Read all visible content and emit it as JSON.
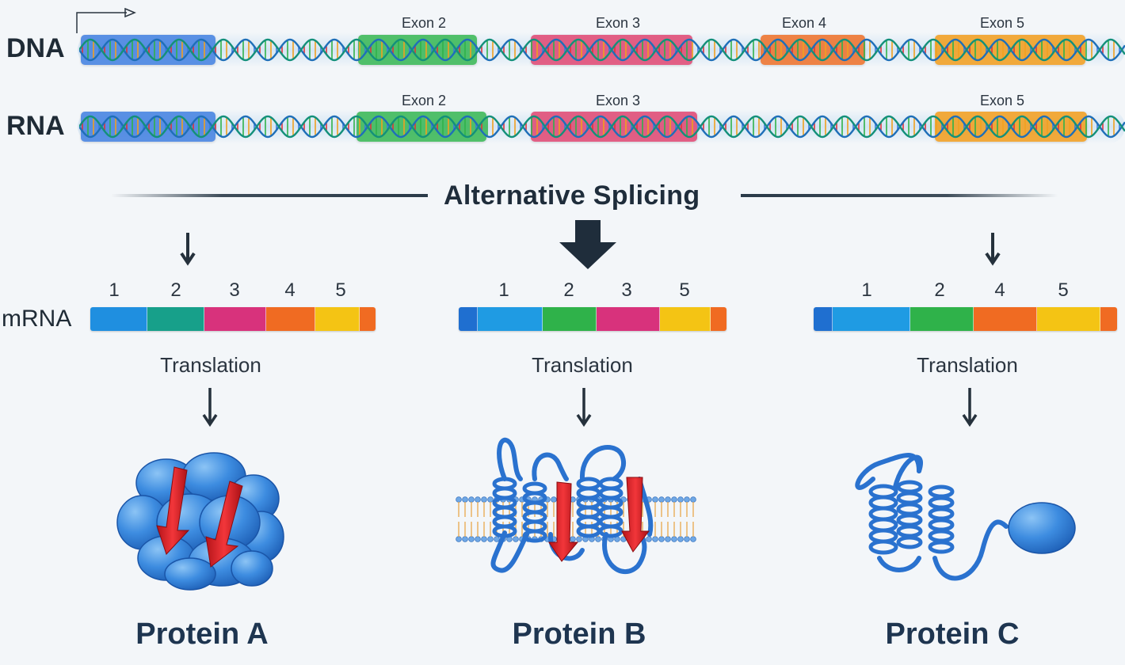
{
  "rows": {
    "dna_label": "DNA",
    "rna_label": "RNA",
    "mrna_label": "mRNA"
  },
  "dna_exon_labels": [
    "Exon 2",
    "Exon 3",
    "Exon 4",
    "Exon 5"
  ],
  "rna_exon_labels": [
    "Exon 2",
    "Exon 3",
    "Exon 5"
  ],
  "title": "Alternative Splicing",
  "isoforms": [
    {
      "numbers": [
        "1",
        "2",
        "3",
        "4",
        "5"
      ],
      "translation": "Translation",
      "protein": "Protein A"
    },
    {
      "numbers": [
        "1",
        "2",
        "3",
        "5"
      ],
      "translation": "Translation",
      "protein": "Protein B"
    },
    {
      "numbers": [
        "1",
        "2",
        "4",
        "5"
      ],
      "translation": "Translation",
      "protein": "Protein C"
    }
  ],
  "colors": {
    "exon1": "#2f6fd6",
    "exon2": "#2db34a",
    "exon3": "#dc3f6a",
    "exon4": "#ef6a1f",
    "exon5": "#f39a12",
    "mrna_blue": "#1f9be3",
    "mrna_teal": "#17a08a",
    "mrna_green": "#2fb24a",
    "mrna_pink": "#d8327c",
    "mrna_orange": "#f06b22",
    "mrna_yellow": "#f4c414",
    "protein_blue": "#2f7fd8",
    "arrow_red": "#dd1f24",
    "text_dark": "#1f2b36"
  }
}
